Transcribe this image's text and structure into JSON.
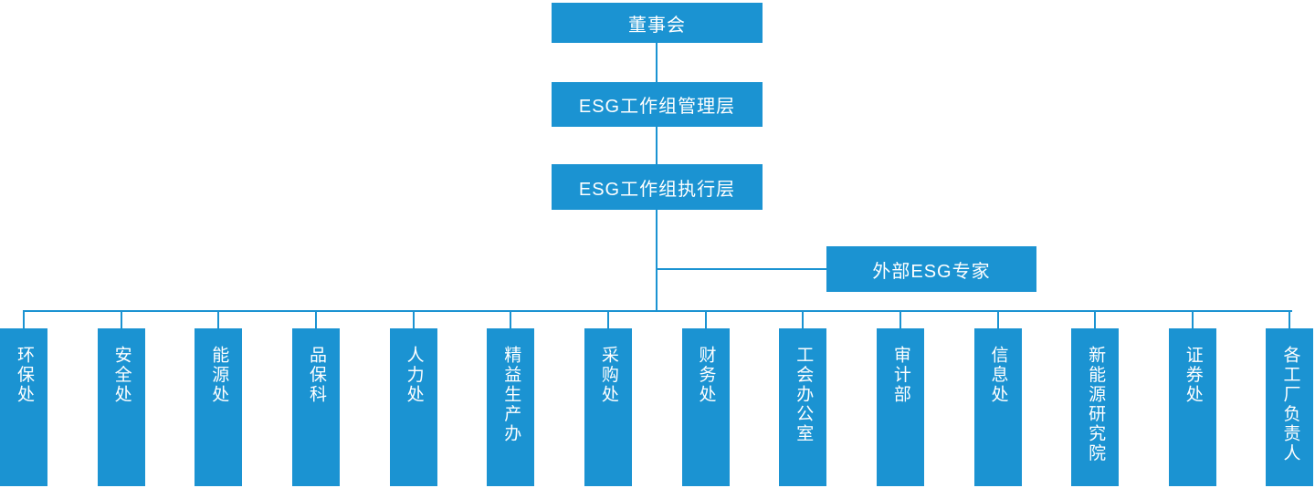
{
  "palette": {
    "primary": "#1b93d2",
    "text_on_primary": "#ffffff",
    "background": "#ffffff"
  },
  "org_chart": {
    "levels": [
      {
        "id": "board",
        "label": "董事会"
      },
      {
        "id": "management",
        "label": "ESG工作组管理层"
      },
      {
        "id": "execution",
        "label": "ESG工作组执行层"
      }
    ],
    "advisor": {
      "label": "外部ESG专家"
    },
    "departments": [
      {
        "label": "环保处"
      },
      {
        "label": "安全处"
      },
      {
        "label": "能源处"
      },
      {
        "label": "品保科"
      },
      {
        "label": "人力处"
      },
      {
        "label": "精益生产办"
      },
      {
        "label": "采购处"
      },
      {
        "label": "财务处"
      },
      {
        "label": "工会办公室"
      },
      {
        "label": "审计部"
      },
      {
        "label": "信息处"
      },
      {
        "label": "新能源研究院"
      },
      {
        "label": "证券处"
      },
      {
        "label": "各工厂负责人"
      }
    ]
  }
}
